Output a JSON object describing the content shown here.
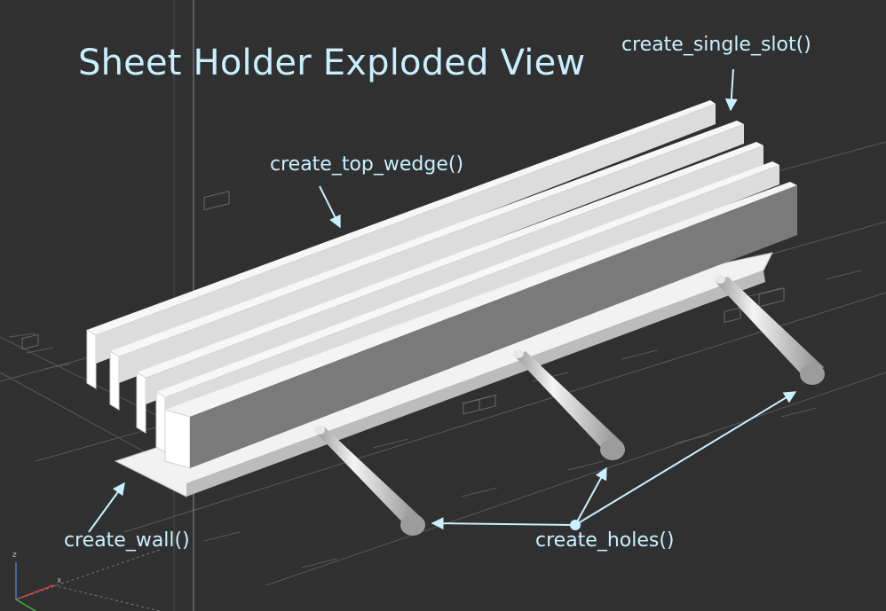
{
  "view": {
    "title": "Sheet Holder Exploded View",
    "background_color": "#303030",
    "annotation_color": "#c9f0ff"
  },
  "annotations": [
    {
      "id": "single-slot",
      "text": "create_single_slot()"
    },
    {
      "id": "top-wedge",
      "text": "create_top_wedge()"
    },
    {
      "id": "wall",
      "text": "create_wall()"
    },
    {
      "id": "holes",
      "text": "create_holes()"
    }
  ],
  "axes": {
    "x": "x",
    "z": "z"
  }
}
